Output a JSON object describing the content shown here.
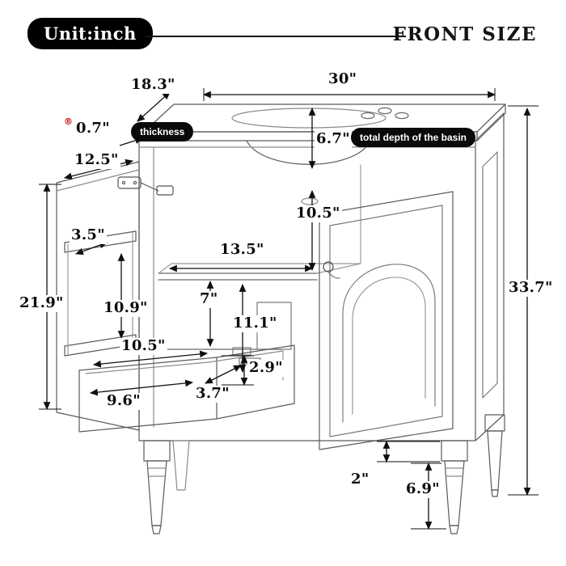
{
  "header": {
    "unit_badge": "Unit:inch",
    "title": "FRONT SIZE"
  },
  "callouts": {
    "thickness": "thickness",
    "basin": "total depth of the basin"
  },
  "marks": {
    "registered": "®"
  },
  "dimensions": {
    "counter_depth": "18.3\"",
    "counter_width": "30\"",
    "counter_thickness": "0.7\"",
    "basin_depth": "6.7\"",
    "door_width": "12.5\"",
    "upper_interior_height": "10.5\"",
    "door_shelf_depth": "3.5\"",
    "interior_width": "13.5\"",
    "door_height": "21.9\"",
    "door_shelf_gap": "10.9\"",
    "mid_interior_height": "7\"",
    "lower_interior_height": "11.1\"",
    "drawer_outer_width": "10.5\"",
    "drawer_height": "2.9\"",
    "drawer_inner_width": "9.6\"",
    "drawer_depth": "3.7\"",
    "overall_height": "33.7\"",
    "leg_block_height": "2\"",
    "leg_height": "6.9\""
  },
  "colors": {
    "accent_red": "#c40000",
    "ink": "#0f0f0f",
    "drawing_line": "#5a5a5a",
    "pill_background": "#0a0a0a"
  }
}
